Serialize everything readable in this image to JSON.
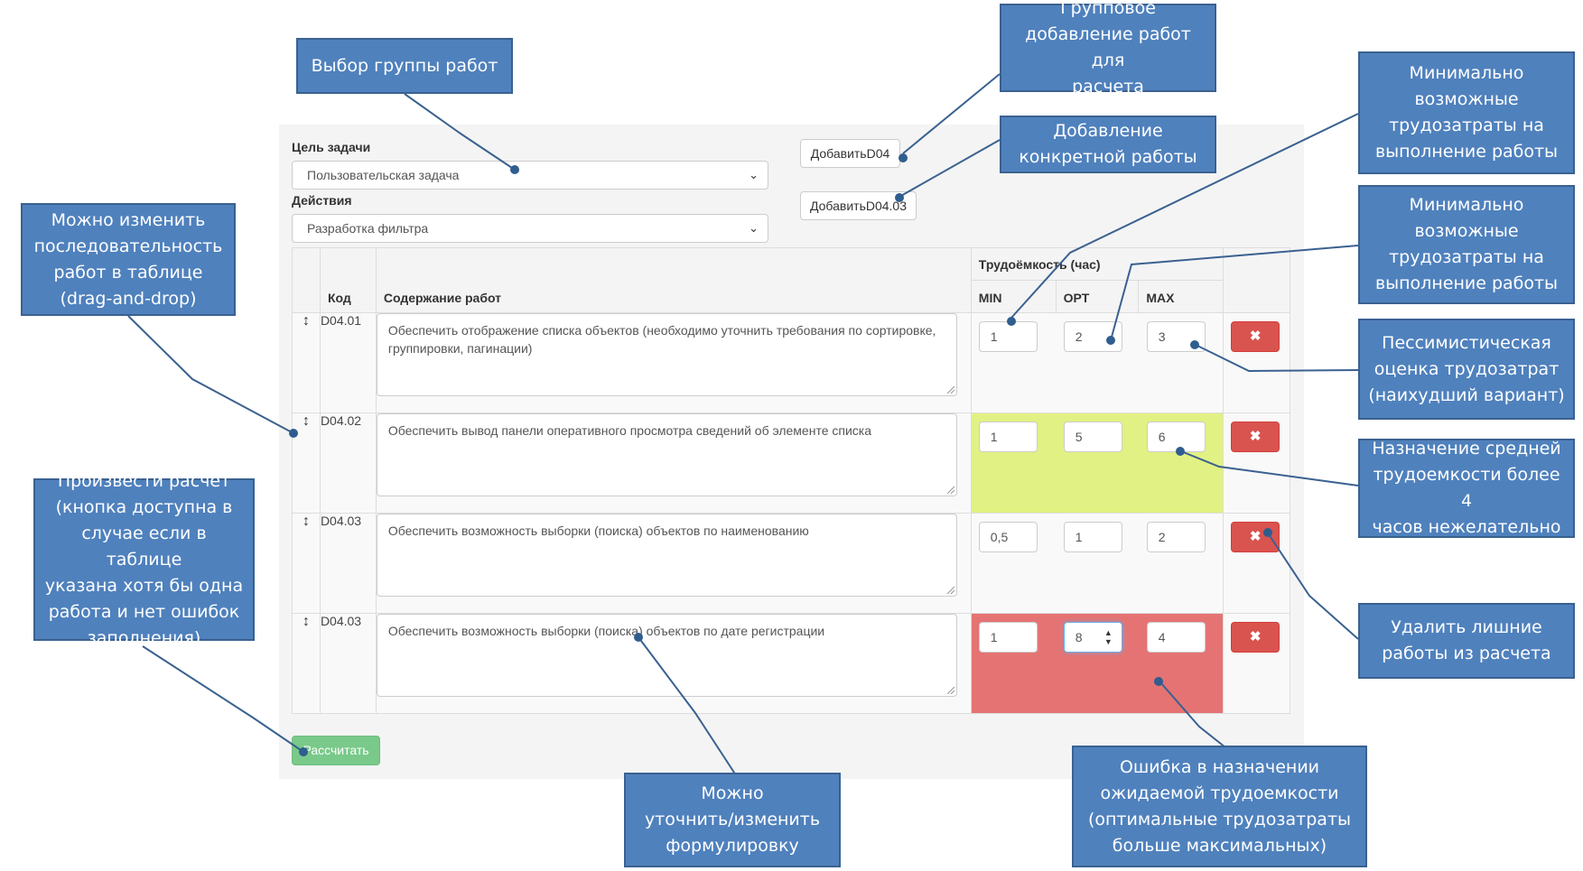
{
  "form": {
    "goal_label": "Цель задачи",
    "goal_value": "Пользовательская задача",
    "actions_label": "Действия",
    "actions_value": "Разработка фильтра",
    "add_group_button": "ДобавитьD04",
    "add_item_button": "ДобавитьD04.03",
    "calc_button": "Рассчитать"
  },
  "table": {
    "headers": {
      "code": "Код",
      "content": "Содержание работ",
      "effort": "Трудоёмкость (час)",
      "min": "MIN",
      "opt": "OPT",
      "max": "MAX"
    },
    "rows": [
      {
        "drag": "↕",
        "code": "D04.01",
        "content": "Обеспечить отображение списка объектов (необходимо уточнить требования по сортировке, группировки, пагинации)",
        "min": "1",
        "opt": "2",
        "max": "3",
        "delete": "✖",
        "state": "normal"
      },
      {
        "drag": "↕",
        "code": "D04.02",
        "content": "Обеспечить вывод панели оперативного просмотра сведений об элементе списка",
        "min": "1",
        "opt": "5",
        "max": "6",
        "delete": "✖",
        "state": "warning"
      },
      {
        "drag": "↕",
        "code": "D04.03",
        "content": "Обеспечить возможность выборки (поиска) объектов по наименованию",
        "min": "0,5",
        "opt": "1",
        "max": "2",
        "delete": "✖",
        "state": "normal"
      },
      {
        "drag": "↕",
        "code": "D04.03",
        "content": "Обеспечить возможность выборки (поиска) объектов по дате регистрации",
        "min": "1",
        "opt": "8",
        "max": "4",
        "delete": "✖",
        "state": "error"
      }
    ]
  },
  "callouts": {
    "select_group": "Выбор группы работ",
    "group_add": "Групповое\nдобавление работ для\nрасчета",
    "single_add": "Добавление\nконкретной работы",
    "min_effort": "Минимально\nвозможные\nтрудозатраты на\nвыполнение работы",
    "opt_effort": "Минимально\nвозможные\nтрудозатраты на\nвыполнение работы",
    "pessimistic": "Пессимистическая\nоценка трудозатрат\n(наихудший вариант)",
    "avg_warning": "Назначение средней\nтрудоемкости более 4\nчасов нежелательно",
    "delete_extra": "Удалить лишние\nработы из расчета",
    "reorder": "Можно изменить\nпоследовательность\nработ в таблице\n(drag-and-drop)",
    "calculate": "Произвести расчет\n(кнопка доступна в\nслучае если в таблице\nуказана хотя бы одна\nработа и нет ошибок\nзаполнения)",
    "edit_text": "Можно\nуточнить/изменить\nформулировку",
    "error": "Ошибка в назначении\nожидаемой трудоемкости\n(оптимальные трудозатраты\nбольше максимальных)"
  },
  "colors": {
    "callout_bg": "#4f81bd",
    "warning_bg": "#e2f183",
    "error_bg": "#e57373",
    "danger_button": "#d9534f",
    "success_button": "#79c98a"
  }
}
